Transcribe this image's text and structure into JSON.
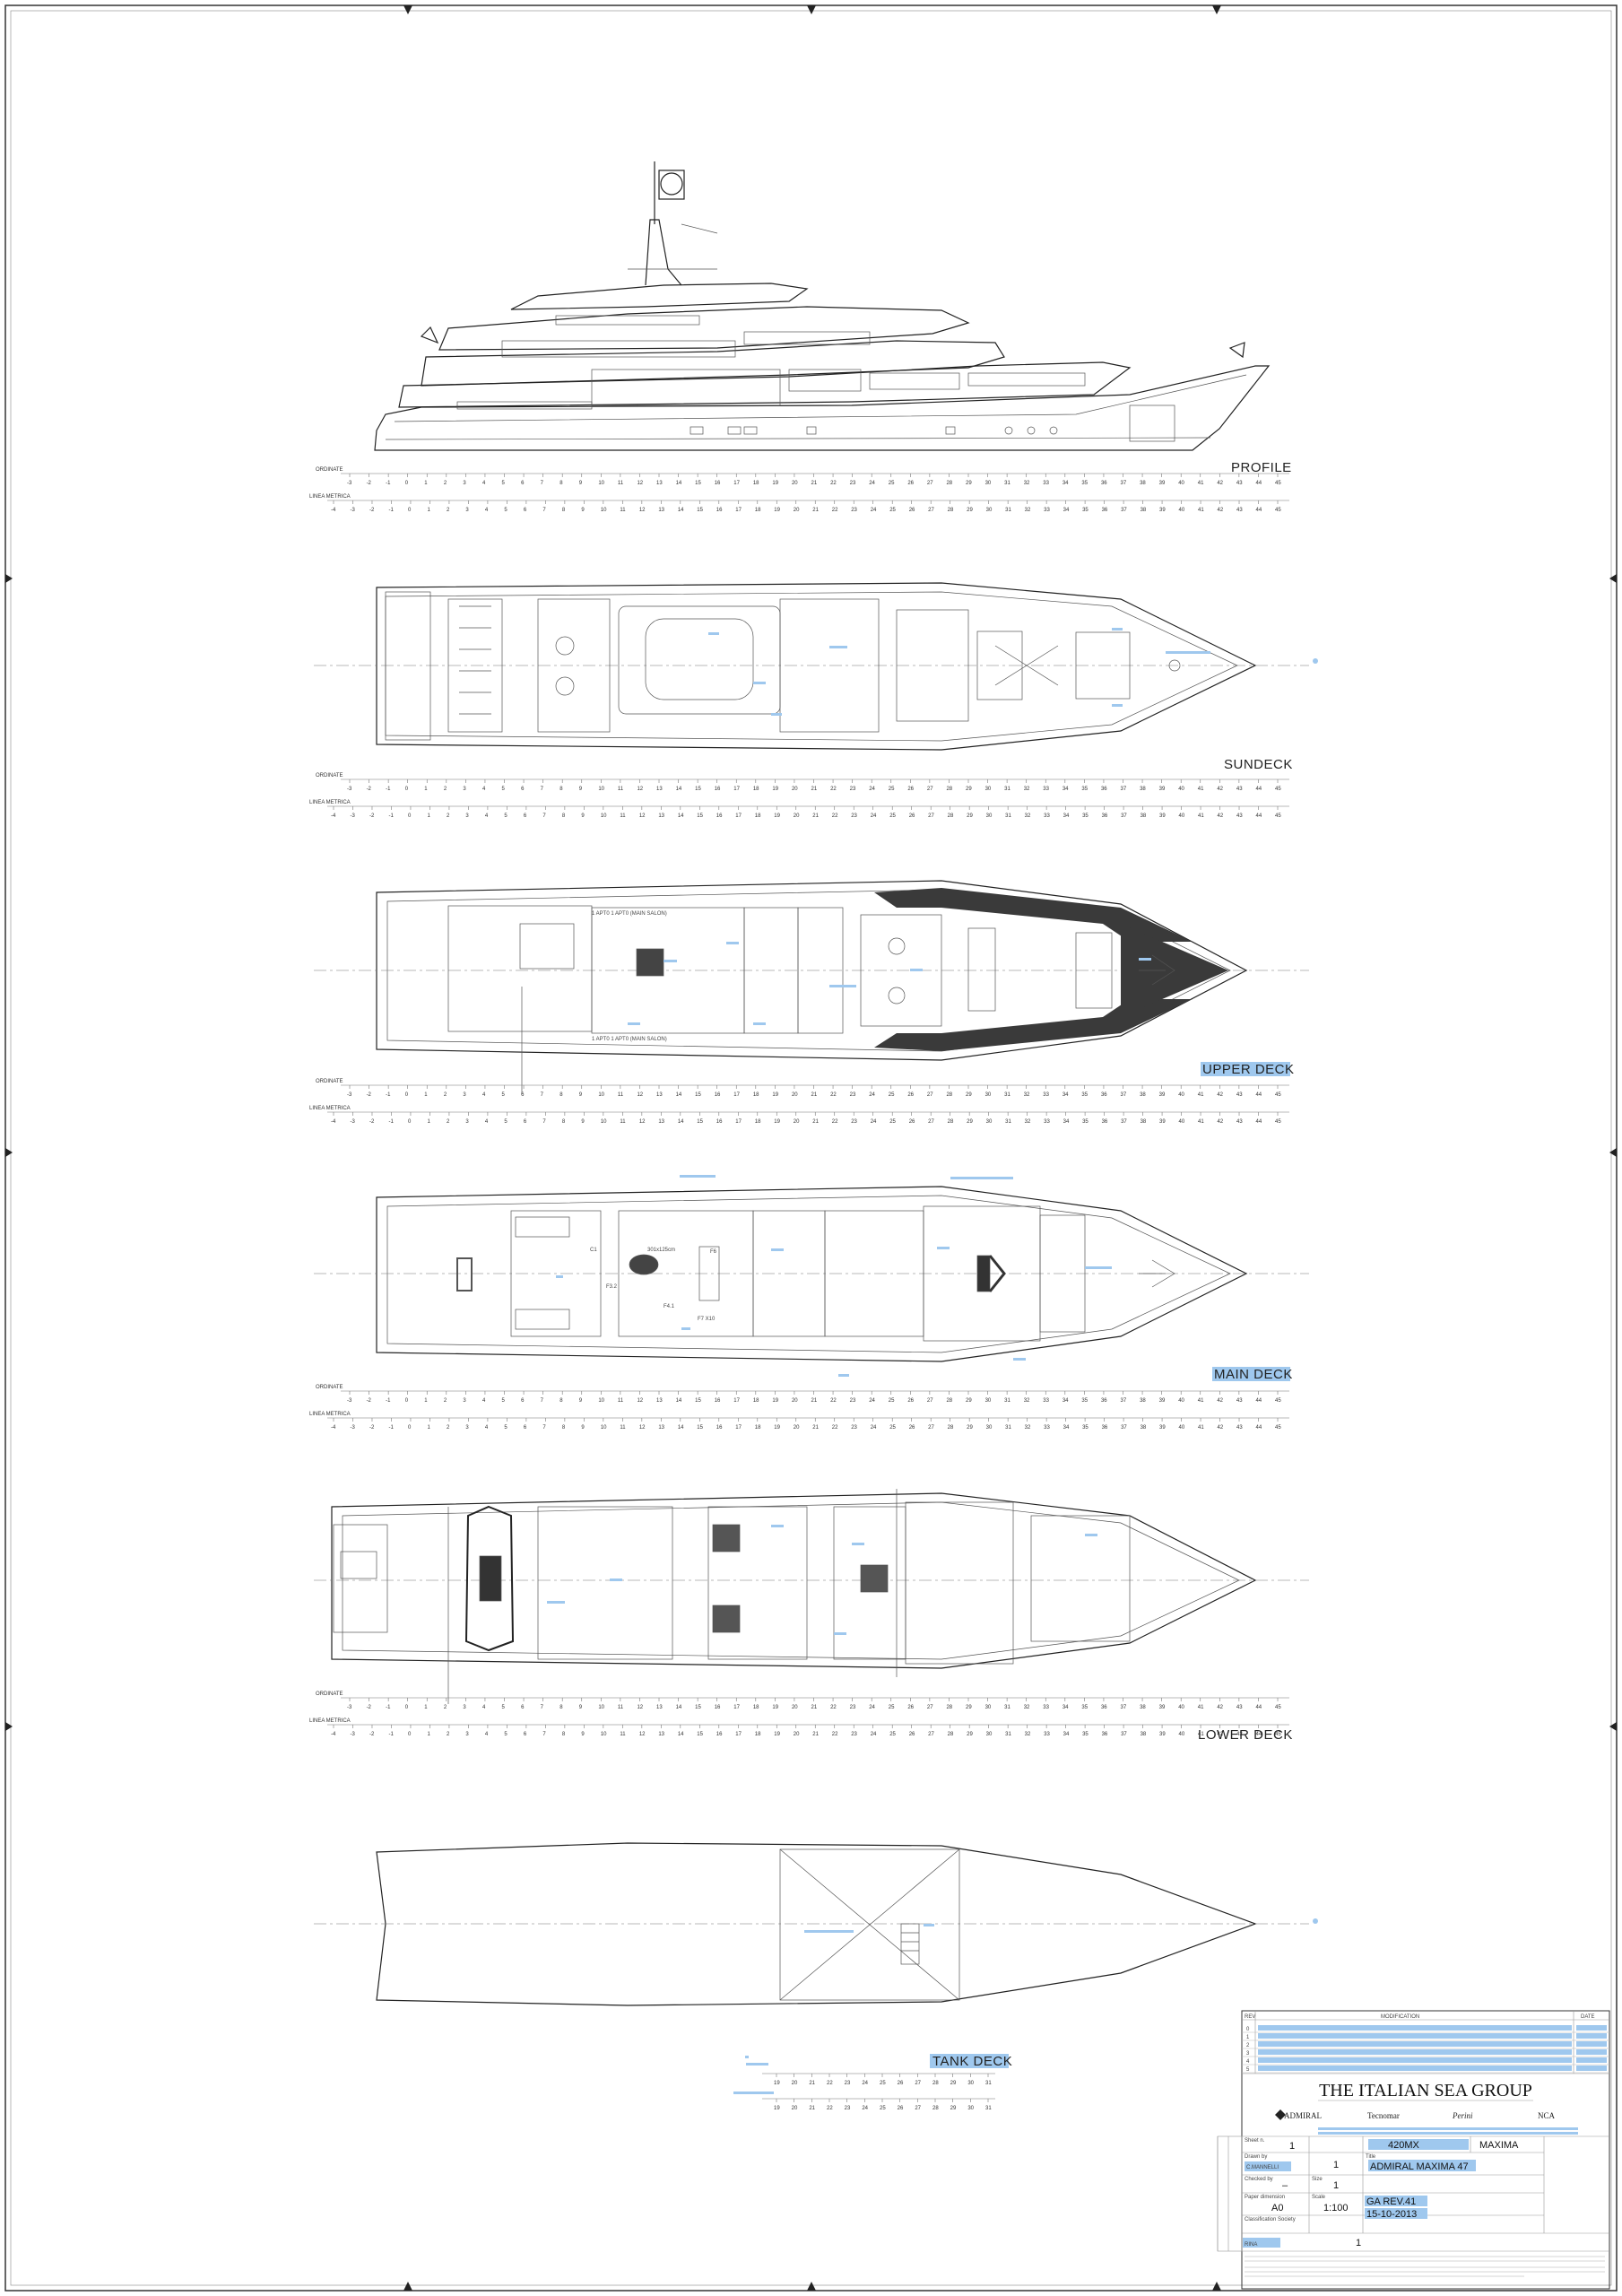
{
  "views": {
    "profile": "PROFILE",
    "sundeck": "SUNDECK",
    "upper": "UPPER DECK",
    "main": "MAIN DECK",
    "lower": "LOWER DECK",
    "tank": "TANK DECK"
  },
  "scale_labels": {
    "ordinate": "ORDINATE",
    "linea_metrica": "LINEA METRICA"
  },
  "ordinate_ticks": [
    "-3",
    "-2",
    "-1",
    "0",
    "1",
    "2",
    "3",
    "4",
    "5",
    "6",
    "7",
    "8",
    "9",
    "10",
    "11",
    "12",
    "13",
    "14",
    "15",
    "16",
    "17",
    "18",
    "19",
    "20",
    "21",
    "22",
    "23",
    "24",
    "25",
    "26",
    "27",
    "28",
    "29",
    "30",
    "31",
    "32",
    "33",
    "34",
    "35",
    "36",
    "37",
    "38",
    "39",
    "40",
    "41",
    "42",
    "43",
    "44",
    "45"
  ],
  "metric_ticks": [
    "-4",
    "-3",
    "-2",
    "-1",
    "0",
    "1",
    "2",
    "3",
    "4",
    "5",
    "6",
    "7",
    "8",
    "9",
    "10",
    "11",
    "12",
    "13",
    "14",
    "15",
    "16",
    "17",
    "18",
    "19",
    "20",
    "21",
    "22",
    "23",
    "24",
    "25",
    "26",
    "27",
    "28",
    "29",
    "30",
    "31",
    "32",
    "33",
    "34",
    "35",
    "36",
    "37",
    "38",
    "39",
    "40",
    "41",
    "42",
    "43",
    "44",
    "45"
  ],
  "tank_ticks": [
    "19",
    "20",
    "21",
    "22",
    "23",
    "24",
    "25",
    "26",
    "27",
    "28",
    "29",
    "30",
    "31"
  ],
  "annotations": {
    "upper_top": "1 APT0 1 APT0 (MAIN SALON)",
    "upper_bottom": "1 APT0 1 APT0 (MAIN SALON)",
    "main_table": "301x125cm",
    "main_c1": "C1",
    "main_f6": "F6",
    "main_f7": "F7 X10",
    "main_f4": "F4.1",
    "main_f3": "F3.2"
  },
  "title_block": {
    "rev_header": "REV",
    "modification_header": "MODIFICATION",
    "date_header": "DATE",
    "rev_rows": [
      "0",
      "1",
      "2",
      "3",
      "4",
      "5"
    ],
    "company": "THE ITALIAN SEA GROUP",
    "brands": [
      "ADMIRAL",
      "Tecnomar",
      "Perini",
      "NCA"
    ],
    "project_code": "420MX",
    "project_name": "MAXIMA",
    "designer": "C.MANNELLI",
    "title": "ADMIRAL MAXIMA 47",
    "drawing": "GA REV.41",
    "date": "15-10-2013",
    "format": "A0",
    "scale": "1:100",
    "sheet_no": "1",
    "class": "RINA",
    "dash": "–",
    "field_labels": {
      "sheet": "Sheet n.",
      "drawn": "Drawn by",
      "checked": "Checked by",
      "title": "Title",
      "scale": "Scale",
      "format": "Paper dimension",
      "class": "Classification Society",
      "size": "Size"
    }
  },
  "colors": {
    "highlight": "#9fc8ee",
    "line": "#222222",
    "deck": "#3a3a3a"
  }
}
